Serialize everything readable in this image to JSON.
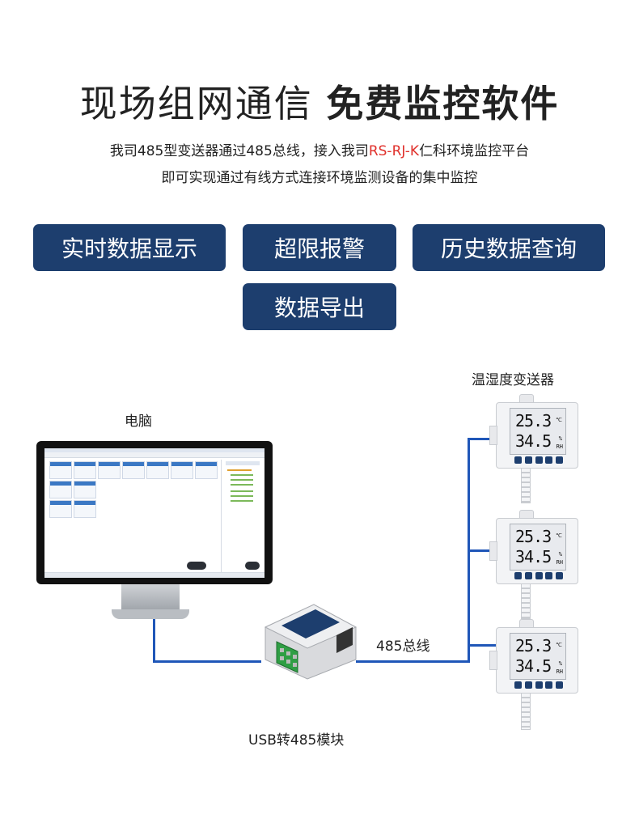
{
  "header": {
    "title_normal": "现场组网通信",
    "title_bold": "免费监控软件",
    "line1_before": "我司485型变送器通过485总线，接入我司",
    "line1_brand": "RS-RJ-K",
    "line1_after": "仁科环境监控平台",
    "line2": "即可实现通过有线方式连接环境监测设备的集中监控"
  },
  "features": [
    "实时数据显示",
    "超限报警",
    "历史数据查询",
    "数据导出"
  ],
  "diagram": {
    "computer_label": "电脑",
    "sensor_group_label": "温湿度变送器",
    "bus_label": "485总线",
    "module_label": "USB转485模块",
    "sensor_reading": {
      "temp": "25.3",
      "temp_unit": "℃",
      "humidity": "34.5",
      "humidity_unit": "%",
      "humidity_unit2": "RH"
    }
  },
  "colors": {
    "accent": "#1d3e6e",
    "wire": "#1f56b8",
    "brand_red": "#e0302b"
  }
}
